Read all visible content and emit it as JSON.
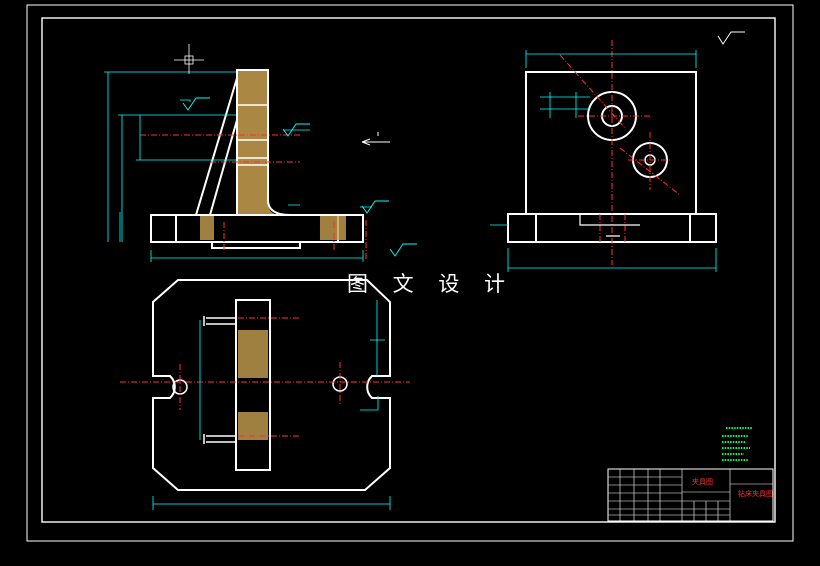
{
  "watermark": {
    "text": "图 文 设 计"
  },
  "title_block": {
    "drawing_name": "夹具图",
    "drawing_subname": "钻床夹具图"
  },
  "colors": {
    "background": "#000000",
    "outline": "#ffffff",
    "dimension": "#00ffff",
    "center_line": "#ff3030",
    "section_hatch": "#c8a050",
    "notes": "#00ff66",
    "title_text": "#ff3030"
  },
  "icons": {
    "roughness_symbol": "surface-roughness-icon",
    "datum_marker": "datum-square-icon"
  }
}
